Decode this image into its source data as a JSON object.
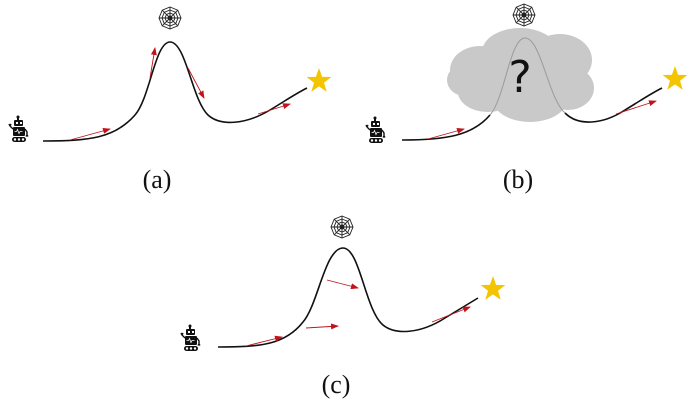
{
  "colors": {
    "curve": "#111111",
    "arrow": "#c0141c",
    "star": "#f5c400",
    "cloud": "#c9c9c9",
    "hidden_curve": "#9a9a9a"
  },
  "panels": [
    {
      "id": "a",
      "label": "(a)",
      "icons": [
        "robot-icon",
        "spider-web-icon",
        "star-icon"
      ],
      "description": "Robot follows gradient along a curve that climbs a peak toward a spider web, then descends to goal star; arrows tangent to curve"
    },
    {
      "id": "b",
      "label": "(b)",
      "question": "?",
      "icons": [
        "robot-icon",
        "spider-web-icon",
        "cloud-icon",
        "star-icon"
      ],
      "description": "Same curve with the peak region hidden by a grey cloud containing a question mark"
    },
    {
      "id": "c",
      "label": "(c)",
      "icons": [
        "robot-icon",
        "spider-web-icon",
        "star-icon"
      ],
      "description": "Same curve; arrows near the peak point horizontally/rightward instead of following the curve"
    }
  ]
}
